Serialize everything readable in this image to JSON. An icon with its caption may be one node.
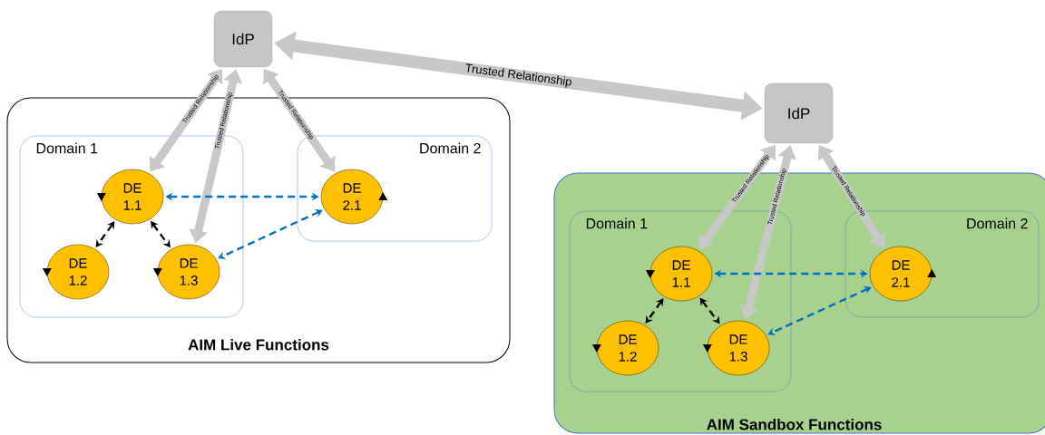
{
  "diagram": {
    "nodes": [
      {
        "text": [
          "IdP"
        ]
      },
      {
        "text": [
          "AIM Live Functions"
        ]
      },
      {
        "text": [
          "Domain 1"
        ],
        "in": 1
      },
      {
        "text": [
          "Domain 2"
        ],
        "in": 1
      },
      {
        "text": [
          "DE 1.1"
        ],
        "in": 2
      },
      {
        "text": [
          "DE 1.2"
        ],
        "in": 2
      },
      {
        "text": [
          "DE 1.3"
        ],
        "in": 2
      },
      {
        "text": [
          "DE 2.1"
        ],
        "in": 3
      },
      {
        "text": [
          "IdP"
        ]
      },
      {
        "text": [
          "AIM Sandbox Functions"
        ]
      },
      {
        "text": [
          "Domain 1"
        ],
        "in": 9
      },
      {
        "text": [
          "Domain 2"
        ],
        "in": 9
      },
      {
        "text": [
          "DE 1.1"
        ],
        "in": 10
      },
      {
        "text": [
          "DE 1.2"
        ],
        "in": 10
      },
      {
        "text": [
          "DE 1.3"
        ],
        "in": 10
      },
      {
        "text": [
          "DE 2.1"
        ],
        "in": 11
      }
    ],
    "edges": [
      {
        "from": 0,
        "to": 8,
        "arrow": "both",
        "label": "Trusted Relationship",
        "style": "thick",
        "color": "#c8c8c8"
      },
      {
        "from": 0,
        "to": 4,
        "arrow": "both",
        "label": "Trusted Relationship",
        "style": "thick",
        "color": "#c8c8c8"
      },
      {
        "from": 0,
        "to": 6,
        "arrow": "both",
        "label": "Trusted Relationship",
        "style": "thick",
        "color": "#c8c8c8"
      },
      {
        "from": 0,
        "to": 7,
        "arrow": "both",
        "label": "Trusted Relationship",
        "style": "thick",
        "color": "#c8c8c8"
      },
      {
        "from": 8,
        "to": 12,
        "arrow": "both",
        "label": "Trusted Relationship",
        "style": "thick",
        "color": "#c8c8c8"
      },
      {
        "from": 8,
        "to": 14,
        "arrow": "both",
        "label": "Trusted Relationship",
        "style": "thick",
        "color": "#c8c8c8"
      },
      {
        "from": 8,
        "to": 15,
        "arrow": "both",
        "label": "Trusted Relationship",
        "style": "thick",
        "color": "#c8c8c8"
      },
      {
        "from": 4,
        "to": 7,
        "arrow": "both",
        "style": "dashed",
        "color": "#0070c0"
      },
      {
        "from": 7,
        "to": 6,
        "arrow": "both",
        "style": "dashed",
        "color": "#0070c0"
      },
      {
        "from": 4,
        "to": 5,
        "arrow": "both",
        "style": "dashed",
        "color": "#000000"
      },
      {
        "from": 4,
        "to": 6,
        "arrow": "both",
        "style": "dashed",
        "color": "#000000"
      },
      {
        "from": 12,
        "to": 15,
        "arrow": "both",
        "style": "dashed",
        "color": "#0070c0"
      },
      {
        "from": 15,
        "to": 14,
        "arrow": "both",
        "style": "dashed",
        "color": "#0070c0"
      },
      {
        "from": 12,
        "to": 13,
        "arrow": "both",
        "style": "dashed",
        "color": "#000000"
      },
      {
        "from": 12,
        "to": 14,
        "arrow": "both",
        "style": "dashed",
        "color": "#000000"
      }
    ]
  }
}
